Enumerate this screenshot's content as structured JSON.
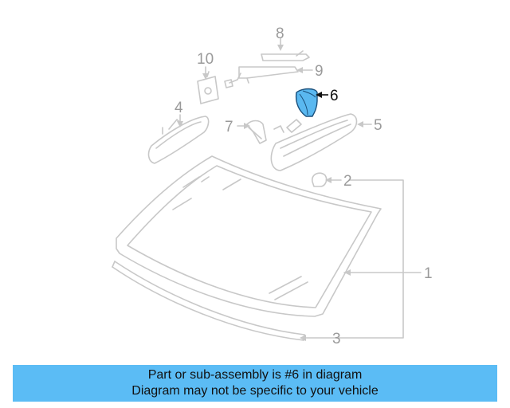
{
  "colors": {
    "line": "#c8c8c8",
    "label_dim": "#9a9a9a",
    "label_active": "#111111",
    "highlight": "#5ab8f0",
    "banner_bg": "#5bbcf5"
  },
  "callouts": {
    "c1": "1",
    "c2": "2",
    "c3": "3",
    "c4": "4",
    "c5": "5",
    "c6": "6",
    "c7": "7",
    "c8": "8",
    "c9": "9",
    "c10": "10"
  },
  "highlighted_part": "6",
  "banner": {
    "line1": "Part or sub-assembly is #6 in diagram",
    "line2": "Diagram may not be specific to your vehicle"
  }
}
